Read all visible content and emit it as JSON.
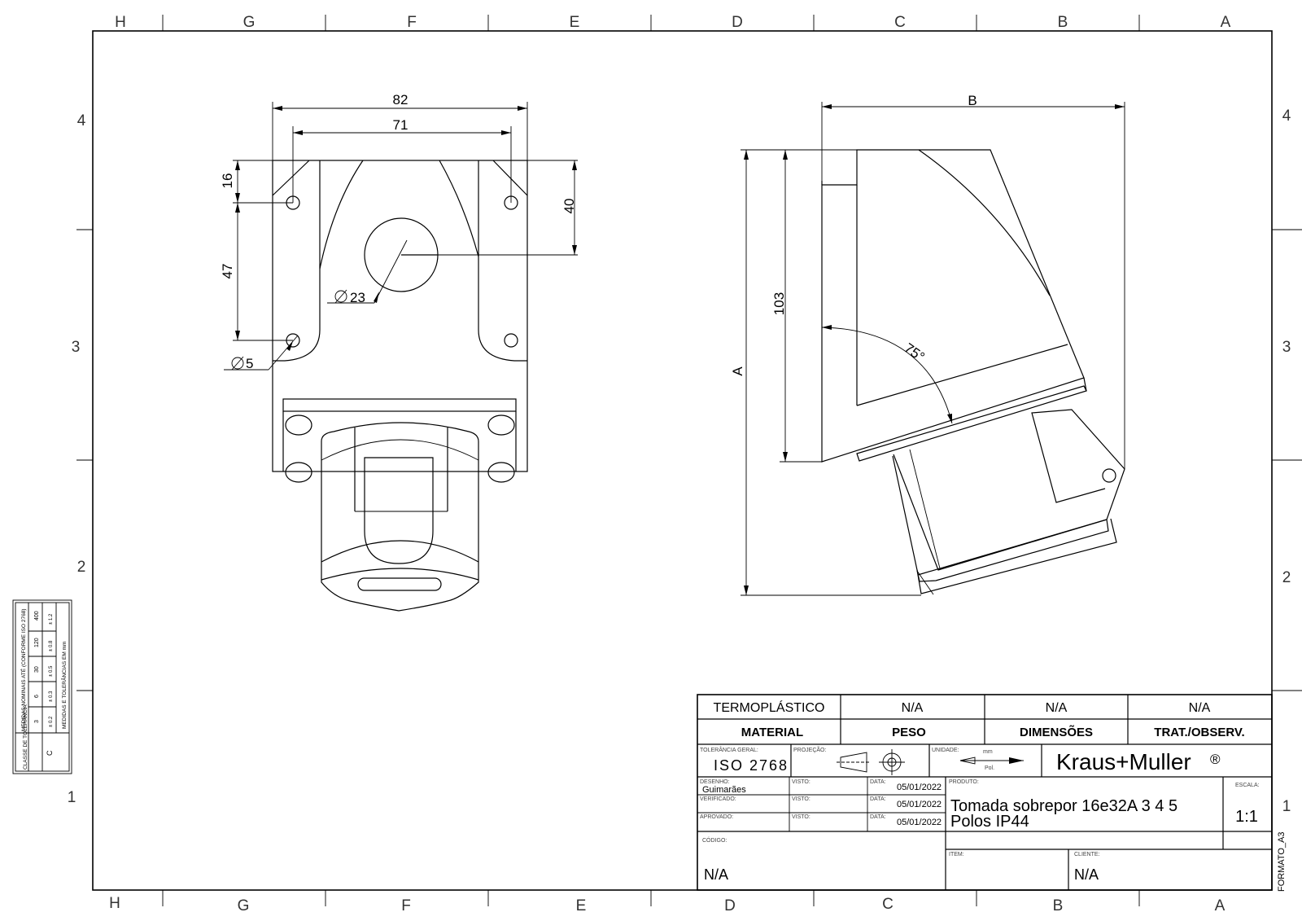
{
  "border": {
    "columns": [
      "H",
      "G",
      "F",
      "E",
      "D",
      "C",
      "B",
      "A"
    ],
    "rows": [
      "4",
      "3",
      "2",
      "1"
    ],
    "format": "FORMATO_A3"
  },
  "dimensions": {
    "front": {
      "width_82": "82",
      "width_71": "71",
      "height_16": "16",
      "height_47": "47",
      "height_40": "40",
      "dia_23": "23",
      "dia_5": "5"
    },
    "side": {
      "b": "B",
      "a": "A",
      "h_103": "103",
      "angle": "75°"
    }
  },
  "tolerance_table": {
    "title": "MEDIDAS NOMINAIS ATÉ (CONFORME ISO 2768)",
    "class_label": "CLASSE DE TOLERÂNCIA",
    "class_value": "C",
    "nominals": [
      "3",
      "6",
      "30",
      "120",
      "400"
    ],
    "tolerances": [
      "± 0.2",
      "± 0.3",
      "± 0.5",
      "± 0.8",
      "± 1.2"
    ],
    "footer": "MEDIDAS E TOLERÂNCIAS EM mm"
  },
  "title_block": {
    "row1": [
      "TERMOPLÁSTICO",
      "N/A",
      "N/A",
      "N/A"
    ],
    "row2": [
      "MATERIAL",
      "PESO",
      "DIMENSÕES",
      "TRAT./OBSERV."
    ],
    "tolerancia_label": "TOLERÂNCIA GERAL:",
    "tolerancia_value": "ISO 2768",
    "projecao_label": "PROJEÇÃO:",
    "unidade_label": "UNIDADE:",
    "unidade_mm": "mm",
    "unidade_pol": "Pol.",
    "company": "Kraus+Muller",
    "registered": "®",
    "desenho_label": "DESENHO:",
    "desenho_value": "Guimarães",
    "verificado_label": "VERIFICADO:",
    "aprovado_label": "APROVADO:",
    "visto_label": "VISTO:",
    "data_label": "DATA:",
    "dates": [
      "05/01/2022",
      "05/01/2022",
      "05/01/2022"
    ],
    "produto_label": "PRODUTO:",
    "produto_line1": "Tomada sobrepor 16e32A 3 4 5",
    "produto_line2": "Polos IP44",
    "escala_label": "ESCALA:",
    "escala_value": "1:1",
    "codigo_label": "CÓDIGO:",
    "codigo_value": "N/A",
    "item_label": "ITEM:",
    "cliente_label": "CLIENTE:",
    "cliente_value": "N/A"
  }
}
